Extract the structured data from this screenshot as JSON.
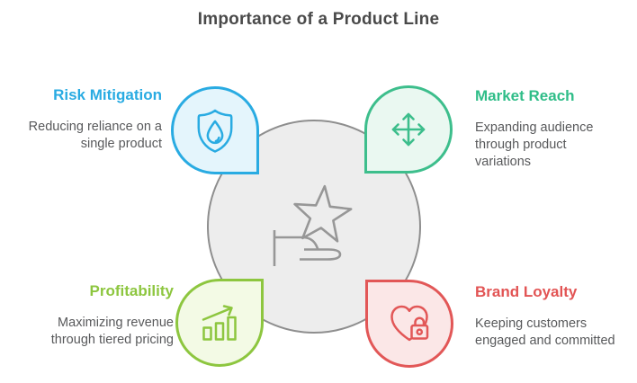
{
  "title": "Importance of a Product Line",
  "quadrants": [
    {
      "id": "risk-mitigation",
      "heading": "Risk Mitigation",
      "body": "Reducing reliance on a\nsingle product",
      "icon": "shield-droplet-icon",
      "accent_color": "#29ABE2",
      "fill_color": "#E4F5FC"
    },
    {
      "id": "market-reach",
      "heading": "Market Reach",
      "body": "Expanding audience\nthrough product\nvariations",
      "icon": "move-arrows-icon",
      "accent_color": "#3DBE8C",
      "fill_color": "#EAF8F1"
    },
    {
      "id": "profitability",
      "heading": "Profitability",
      "body": "Maximizing revenue\nthrough tiered pricing",
      "icon": "growth-chart-icon",
      "accent_color": "#8DC63F",
      "fill_color": "#F3FAE5"
    },
    {
      "id": "brand-loyalty",
      "heading": "Brand Loyalty",
      "body": "Keeping customers\nengaged and committed",
      "icon": "heart-lock-icon",
      "accent_color": "#E25757",
      "fill_color": "#FBE7E7"
    }
  ],
  "center": {
    "icon": "hand-star-icon",
    "circle_fill": "#EDEDED",
    "circle_border": "#8E8E8E",
    "icon_color": "#979797"
  },
  "colors": {
    "title_text": "#4A4A4A",
    "body_text": "#58595B",
    "background": "#FFFFFF"
  }
}
